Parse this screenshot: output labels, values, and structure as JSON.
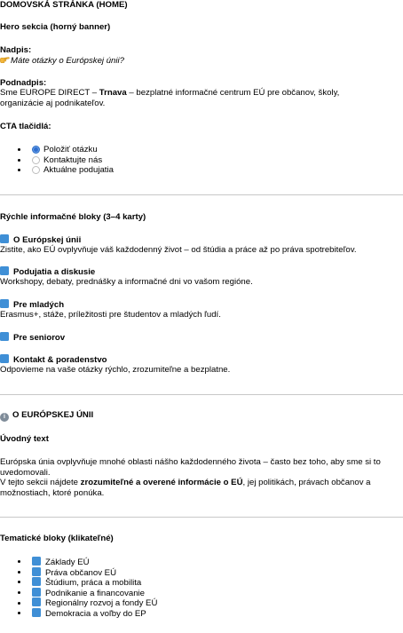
{
  "home_title": "DOMOVSKÁ STRÁNKA (HOME)",
  "hero": {
    "section_label": "Hero sekcia (horný banner)",
    "nadpis_label": "Nadpis:",
    "nadpis_icon": "pointing-hand-icon",
    "nadpis_text": "Máte otázky o Európskej únii?",
    "podnadpis_label": "Podnadpis:",
    "podnadpis_pre": "Sme EUROPE DIRECT – ",
    "podnadpis_bold": "Trnava",
    "podnadpis_post_line1": " – bezplatné informačné centrum EÚ pre občanov, školy,",
    "podnadpis_line2": "organizácie aj podnikateľov.",
    "cta_label": "CTA tlačidlá:",
    "cta": [
      "Položiť otázku",
      "Kontaktujte nás",
      "Aktuálne podujatia"
    ],
    "cta_selected": 0
  },
  "quick": {
    "title": "Rýchle informačné bloky (3–4 karty)",
    "cards": [
      {
        "title": "O Európskej únii",
        "desc": "Zistite, ako EÚ ovplyvňuje váš každodenný život – od štúdia a práce až po práva spotrebiteľov."
      },
      {
        "title": "Podujatia a diskusie",
        "desc": "Workshopy, debaty, prednášky a informačné dni vo vašom regióne."
      },
      {
        "title": "Pre mladých",
        "desc": "Erasmus+, stáže, príležitosti pre študentov a mladých ľudí."
      },
      {
        "title": "Pre seniorov",
        "desc": ""
      },
      {
        "title": "Kontakt & poradenstvo",
        "desc": "Odpovieme na vaše otázky rýchlo, zrozumiteľne a bezplatne."
      }
    ]
  },
  "eu": {
    "icon": "info-icon",
    "title": "O EURÓPSKEJ ÚNII",
    "intro_label": "Úvodný text",
    "p1_line1": "Európska únia ovplyvňuje mnohé oblasti nášho každodenného života – často bez toho, aby sme si to",
    "p1_line2": "uvedomovali.",
    "p2_pre": "V tejto sekcii nájdete ",
    "p2_bold": "zrozumiteľné a overené informácie o EÚ",
    "p2_post": ", jej politikách, právach občanov a",
    "p2_line2": "možnostiach, ktoré ponúka."
  },
  "topics": {
    "title": "Tematické bloky (klikateľné)",
    "items": [
      "Základy EÚ",
      "Práva občanov EÚ",
      "Štúdium, práca a mobilita",
      "Podnikanie a financovanie",
      "Regionálny rozvoj a fondy EÚ",
      "Demokracia a voľby do EP"
    ]
  },
  "colors": {
    "square": "#3f8fd6",
    "radio_selected": "#2f6fd0",
    "rule": "#c8c8c8"
  }
}
